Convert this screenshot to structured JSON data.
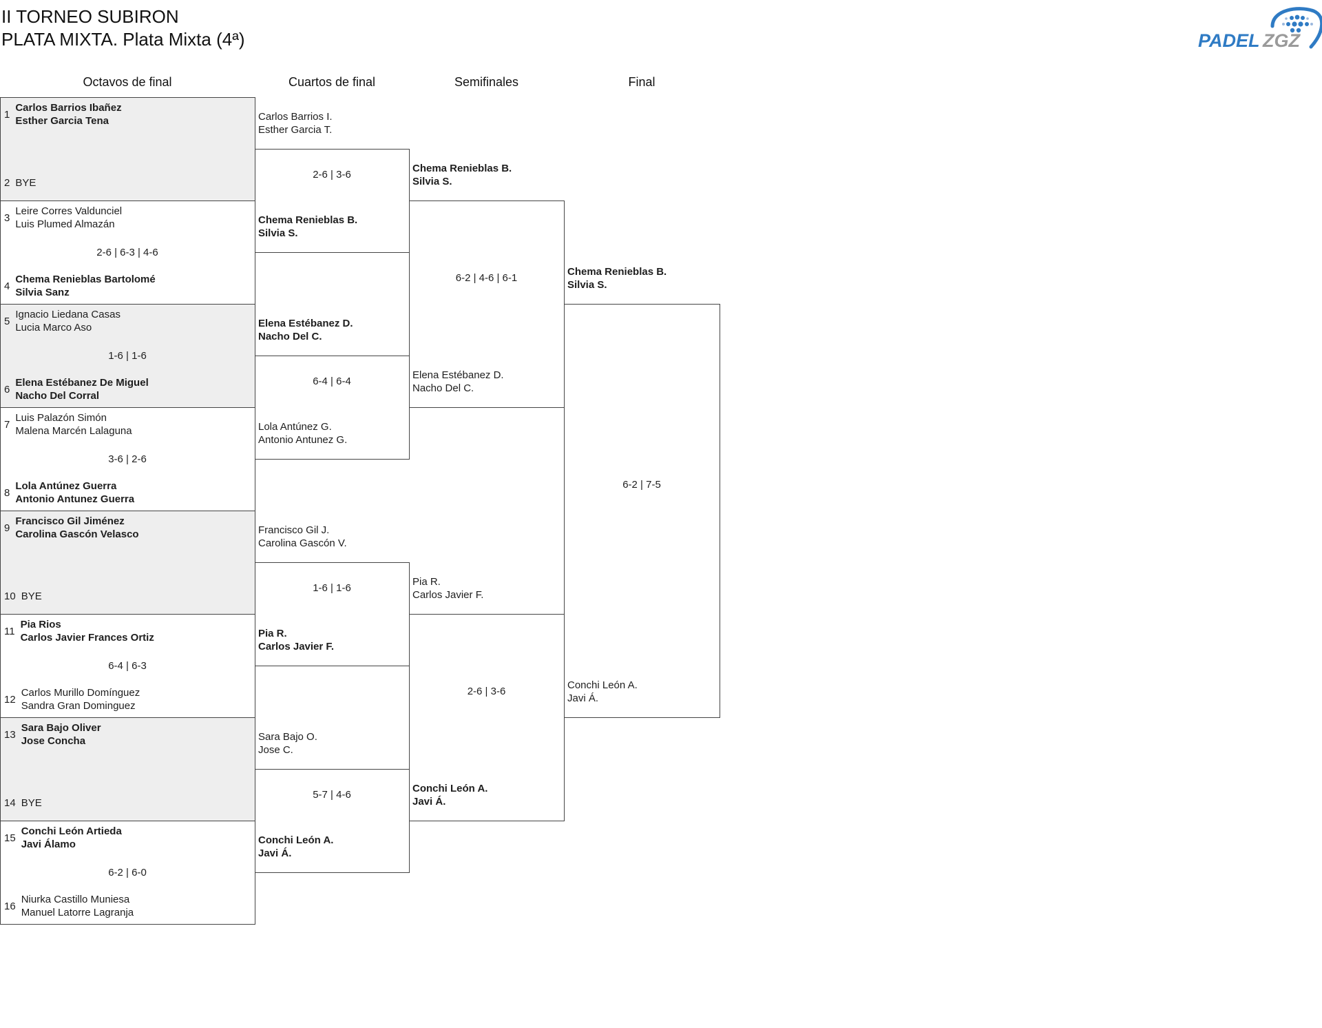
{
  "header": {
    "title": "II TORNEO SUBIRON",
    "subtitle": "PLATA MIXTA. Plata Mixta (4ª)",
    "logo": {
      "text_primary": "PADEL",
      "text_secondary": "ZGZ",
      "colors": {
        "primary": "#2f7bc4",
        "secondary": "#9a9a9a"
      }
    }
  },
  "colors": {
    "border": "#444444",
    "shaded_box": "#eeeeee",
    "text": "#1e1e1e"
  },
  "rounds": [
    {
      "label": "Octavos de final",
      "matches": [
        {
          "team1": {
            "seed": "1",
            "lines": [
              "Carlos Barrios Ibañez",
              "Esther Garcia Tena"
            ],
            "winner": true
          },
          "score": "",
          "team2": {
            "seed": "2",
            "lines": [
              "BYE"
            ],
            "winner": false
          }
        },
        {
          "team1": {
            "seed": "3",
            "lines": [
              "Leire Corres Valdunciel",
              "Luis Plumed Almazán"
            ],
            "winner": false
          },
          "score": "2-6 | 6-3 | 4-6",
          "team2": {
            "seed": "4",
            "lines": [
              "Chema Renieblas Bartolomé",
              "Silvia Sanz"
            ],
            "winner": true
          }
        },
        {
          "team1": {
            "seed": "5",
            "lines": [
              "Ignacio Liedana Casas",
              "Lucia Marco Aso"
            ],
            "winner": false
          },
          "score": "1-6 | 1-6",
          "team2": {
            "seed": "6",
            "lines": [
              "Elena Estébanez De Miguel",
              "Nacho Del Corral"
            ],
            "winner": true
          }
        },
        {
          "team1": {
            "seed": "7",
            "lines": [
              "Luis Palazón Simón",
              "Malena Marcén Lalaguna"
            ],
            "winner": false
          },
          "score": "3-6 | 2-6",
          "team2": {
            "seed": "8",
            "lines": [
              "Lola Antúnez Guerra",
              "Antonio Antunez Guerra"
            ],
            "winner": true
          }
        },
        {
          "team1": {
            "seed": "9",
            "lines": [
              "Francisco Gil Jiménez",
              "Carolina Gascón Velasco"
            ],
            "winner": true
          },
          "score": "",
          "team2": {
            "seed": "10",
            "lines": [
              "BYE"
            ],
            "winner": false
          }
        },
        {
          "team1": {
            "seed": "11",
            "lines": [
              "Pia Rios",
              "Carlos Javier Frances Ortiz"
            ],
            "winner": true
          },
          "score": "6-4 | 6-3",
          "team2": {
            "seed": "12",
            "lines": [
              "Carlos Murillo Domínguez",
              "Sandra Gran Dominguez"
            ],
            "winner": false
          }
        },
        {
          "team1": {
            "seed": "13",
            "lines": [
              "Sara Bajo Oliver",
              "Jose Concha"
            ],
            "winner": true
          },
          "score": "",
          "team2": {
            "seed": "14",
            "lines": [
              "BYE"
            ],
            "winner": false
          }
        },
        {
          "team1": {
            "seed": "15",
            "lines": [
              "Conchi León Artieda",
              "Javi Álamo"
            ],
            "winner": true
          },
          "score": "6-2 | 6-0",
          "team2": {
            "seed": "16",
            "lines": [
              "Niurka Castillo Muniesa",
              "Manuel Latorre Lagranja"
            ],
            "winner": false
          }
        }
      ]
    },
    {
      "label": "Cuartos de final",
      "matches": [
        {
          "team1": {
            "lines": [
              "Carlos Barrios I.",
              "Esther Garcia T."
            ],
            "winner": false
          },
          "score": "2-6 | 3-6",
          "team2": {
            "lines": [
              "Chema Renieblas B.",
              "Silvia S."
            ],
            "winner": true
          }
        },
        {
          "team1": {
            "lines": [
              "Elena Estébanez D.",
              "Nacho Del C."
            ],
            "winner": true
          },
          "score": "6-4 | 6-4",
          "team2": {
            "lines": [
              "Lola Antúnez G.",
              "Antonio Antunez G."
            ],
            "winner": false
          }
        },
        {
          "team1": {
            "lines": [
              "Francisco Gil J.",
              "Carolina Gascón V."
            ],
            "winner": false
          },
          "score": "1-6 | 1-6",
          "team2": {
            "lines": [
              "Pia R.",
              "Carlos Javier F."
            ],
            "winner": true
          }
        },
        {
          "team1": {
            "lines": [
              "Sara Bajo O.",
              "Jose C."
            ],
            "winner": false
          },
          "score": "5-7 | 4-6",
          "team2": {
            "lines": [
              "Conchi León A.",
              "Javi Á."
            ],
            "winner": true
          }
        }
      ]
    },
    {
      "label": "Semifinales",
      "matches": [
        {
          "team1": {
            "lines": [
              "Chema Renieblas B.",
              "Silvia S."
            ],
            "winner": true
          },
          "score": "6-2 | 4-6 | 6-1",
          "team2": {
            "lines": [
              "Elena Estébanez D.",
              "Nacho Del C."
            ],
            "winner": false
          }
        },
        {
          "team1": {
            "lines": [
              "Pia R.",
              "Carlos Javier F."
            ],
            "winner": false
          },
          "score": "2-6 | 3-6",
          "team2": {
            "lines": [
              "Conchi León A.",
              "Javi Á."
            ],
            "winner": true
          }
        }
      ]
    },
    {
      "label": "Final",
      "matches": [
        {
          "team1": {
            "lines": [
              "Chema Renieblas B.",
              "Silvia S."
            ],
            "winner": true
          },
          "score": "6-2 | 7-5",
          "team2": {
            "lines": [
              "Conchi León A.",
              "Javi Á."
            ],
            "winner": false
          }
        }
      ]
    }
  ]
}
